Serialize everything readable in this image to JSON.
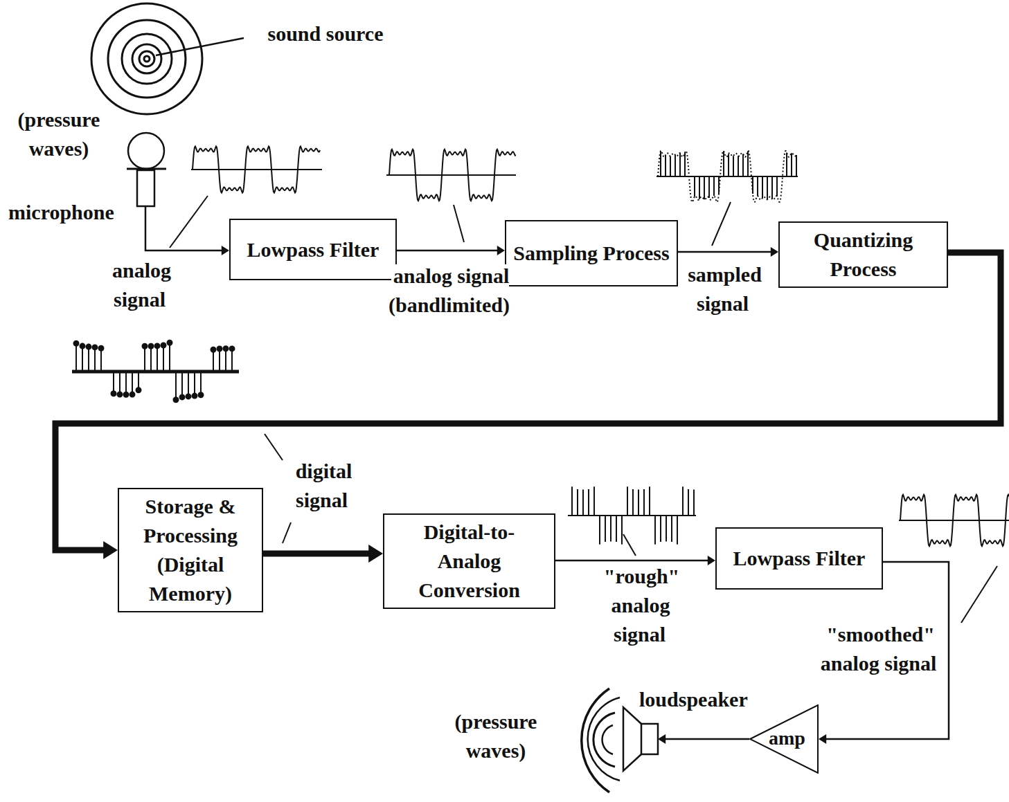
{
  "diagram": {
    "nodes": [
      {
        "text": [
          "microphone"
        ]
      },
      {
        "text": [
          "Lowpass Filter"
        ]
      },
      {
        "text": [
          "Sampling Process"
        ]
      },
      {
        "text": [
          "Quantizing Process"
        ]
      },
      {
        "text": [
          "Storage & Processing (Digital Memory)"
        ]
      },
      {
        "text": [
          "Digital-to- Analog Conversion"
        ]
      },
      {
        "text": [
          "Lowpass Filter"
        ]
      },
      {
        "text": [
          "amp"
        ]
      },
      {
        "text": [
          "loudspeaker"
        ]
      }
    ],
    "edges": [
      {
        "from": 0,
        "to": 1,
        "arrow": "to",
        "label": "analog signal"
      },
      {
        "from": 1,
        "to": 2,
        "arrow": "to",
        "label": "analog signal (bandlimited)"
      },
      {
        "from": 2,
        "to": 3,
        "arrow": "to",
        "label": "sampled signal"
      },
      {
        "from": 3,
        "to": 4,
        "arrow": "to"
      },
      {
        "from": 4,
        "to": 5,
        "arrow": "to",
        "label": "digital signal"
      },
      {
        "from": 5,
        "to": 6,
        "arrow": "to",
        "label": "\"rough\" analog signal"
      },
      {
        "from": 6,
        "to": 7,
        "arrow": "to",
        "label": "\"smoothed\" analog signal"
      },
      {
        "from": 7,
        "to": 8,
        "arrow": "to"
      }
    ],
    "labels": [
      "sound source",
      "(pressure waves)",
      "(pressure waves)"
    ]
  }
}
